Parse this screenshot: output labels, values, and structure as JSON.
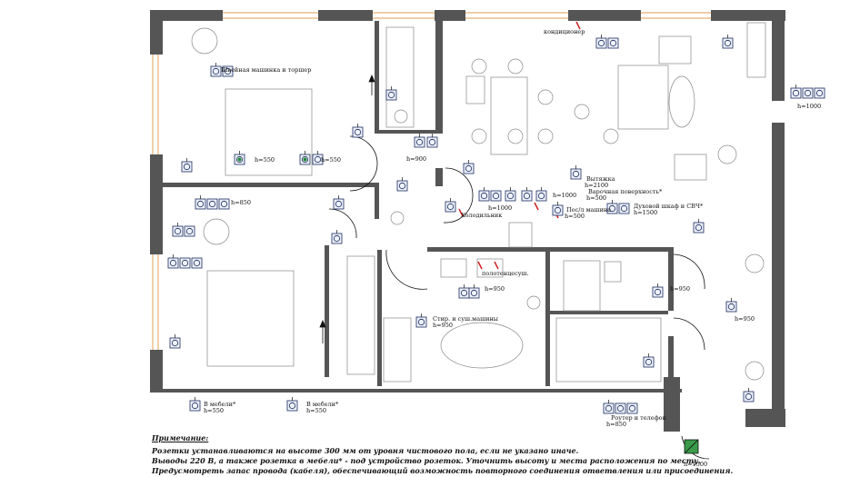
{
  "labels": {
    "sewing": "Швейная машинка и торшер",
    "conditioner": "кондиционер",
    "h1000_right": "h=1000",
    "h550_a": "h=550",
    "h550_b": "h=550",
    "h900": "h=900",
    "h850_bed": "h=850",
    "hood": "Вытяжка",
    "hood_h": "h=2100",
    "cooktop": "Варочная поверхность*",
    "cooktop_h": "h=500",
    "h1000_a": "h=1000",
    "h1000_b": "h=1000",
    "fridge": "Холодильник",
    "dishwasher": "Пос/л машина",
    "dishwasher_h": "h=500",
    "oven": "Духовой шкаф и СВЧ*",
    "oven_h": "h=1500",
    "heated_towel": "полотенцесуш.",
    "h950_a": "h=950",
    "h950_b": "h=950",
    "h950_c": "h=950",
    "washer": "Стир. и суш.машины",
    "washer_h": "h=950",
    "furn1": "В мебели*",
    "furn1_h": "h=550",
    "furn2": "В мебели*",
    "furn2_h": "h=550",
    "router": "Роутер и телефон",
    "router_h": "h=850",
    "h1500": "h=1500"
  },
  "notes": {
    "title": "Примечание:",
    "line1": "Розетки устанавливаются на высоте 300 мм от уровня чистового пола, если не указано иначе.",
    "line2": "Выводы 220 В, а также розетка в мебели* - под устройство розеток. Уточнить высоту и места расположения по месту.",
    "line3": "Предусмотреть запас провода (кабеля), обеспечивающий возможность повторного соединения ответвления или присоединения."
  },
  "colors": {
    "wall": "#555555",
    "window": "#e8b070",
    "socket_fill": "#eef2fa",
    "socket_stroke": "#1a2a60"
  }
}
